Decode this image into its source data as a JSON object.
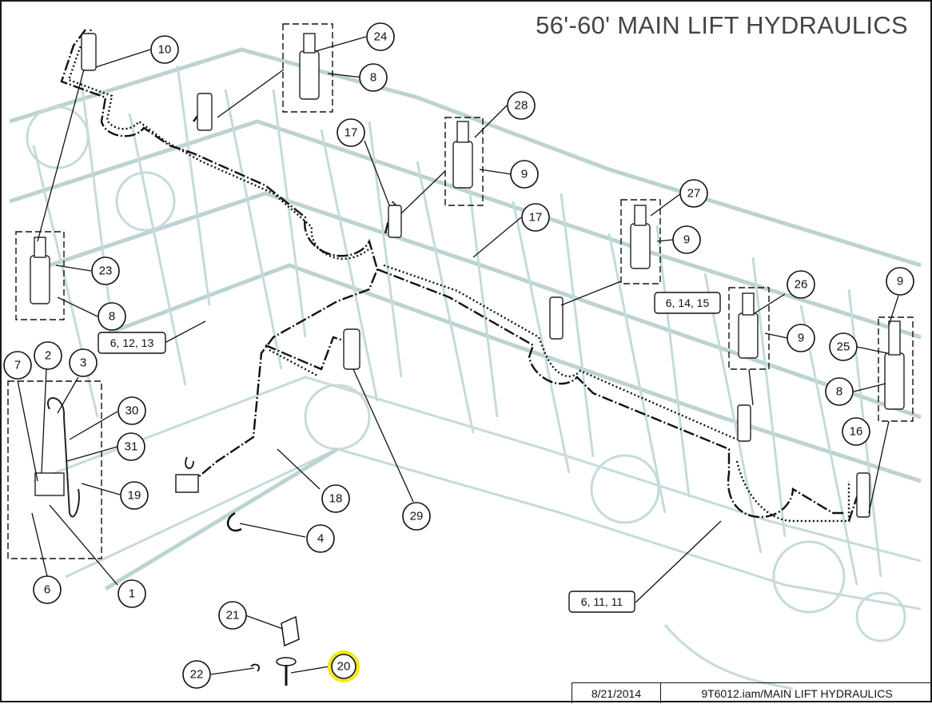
{
  "title": "56'-60' MAIN LIFT HYDRAULICS",
  "title_block": {
    "date": "8/21/2014",
    "file": "9T6012.iam/MAIN LIFT HYDRAULICS"
  },
  "highlight_color": "#f2ea1a",
  "frame_color": "#bcd3d3",
  "highlighted_balloon": "20",
  "balloons": [
    {
      "id": "b10",
      "label": "10"
    },
    {
      "id": "b24",
      "label": "24"
    },
    {
      "id": "b8a",
      "label": "8"
    },
    {
      "id": "b28",
      "label": "28"
    },
    {
      "id": "b17a",
      "label": "17"
    },
    {
      "id": "b9a",
      "label": "9"
    },
    {
      "id": "b17b",
      "label": "17"
    },
    {
      "id": "b27",
      "label": "27"
    },
    {
      "id": "b9b",
      "label": "9"
    },
    {
      "id": "b23",
      "label": "23"
    },
    {
      "id": "b8b",
      "label": "8"
    },
    {
      "id": "b26",
      "label": "26"
    },
    {
      "id": "b9c",
      "label": "9"
    },
    {
      "id": "b9d",
      "label": "9"
    },
    {
      "id": "b25",
      "label": "25"
    },
    {
      "id": "b8c",
      "label": "8"
    },
    {
      "id": "b7",
      "label": "7"
    },
    {
      "id": "b2",
      "label": "2"
    },
    {
      "id": "b3",
      "label": "3"
    },
    {
      "id": "b30",
      "label": "30"
    },
    {
      "id": "b31",
      "label": "31"
    },
    {
      "id": "b19",
      "label": "19"
    },
    {
      "id": "b16",
      "label": "16"
    },
    {
      "id": "b18",
      "label": "18"
    },
    {
      "id": "b29",
      "label": "29"
    },
    {
      "id": "b4",
      "label": "4"
    },
    {
      "id": "b6",
      "label": "6"
    },
    {
      "id": "b1",
      "label": "1"
    },
    {
      "id": "b21",
      "label": "21"
    },
    {
      "id": "b22",
      "label": "22"
    },
    {
      "id": "b20",
      "label": "20"
    }
  ],
  "tags": [
    {
      "id": "t61213",
      "label": "6, 12, 13"
    },
    {
      "id": "t61415",
      "label": "6, 14, 15"
    },
    {
      "id": "t61111",
      "label": "6, 11, 11"
    }
  ]
}
